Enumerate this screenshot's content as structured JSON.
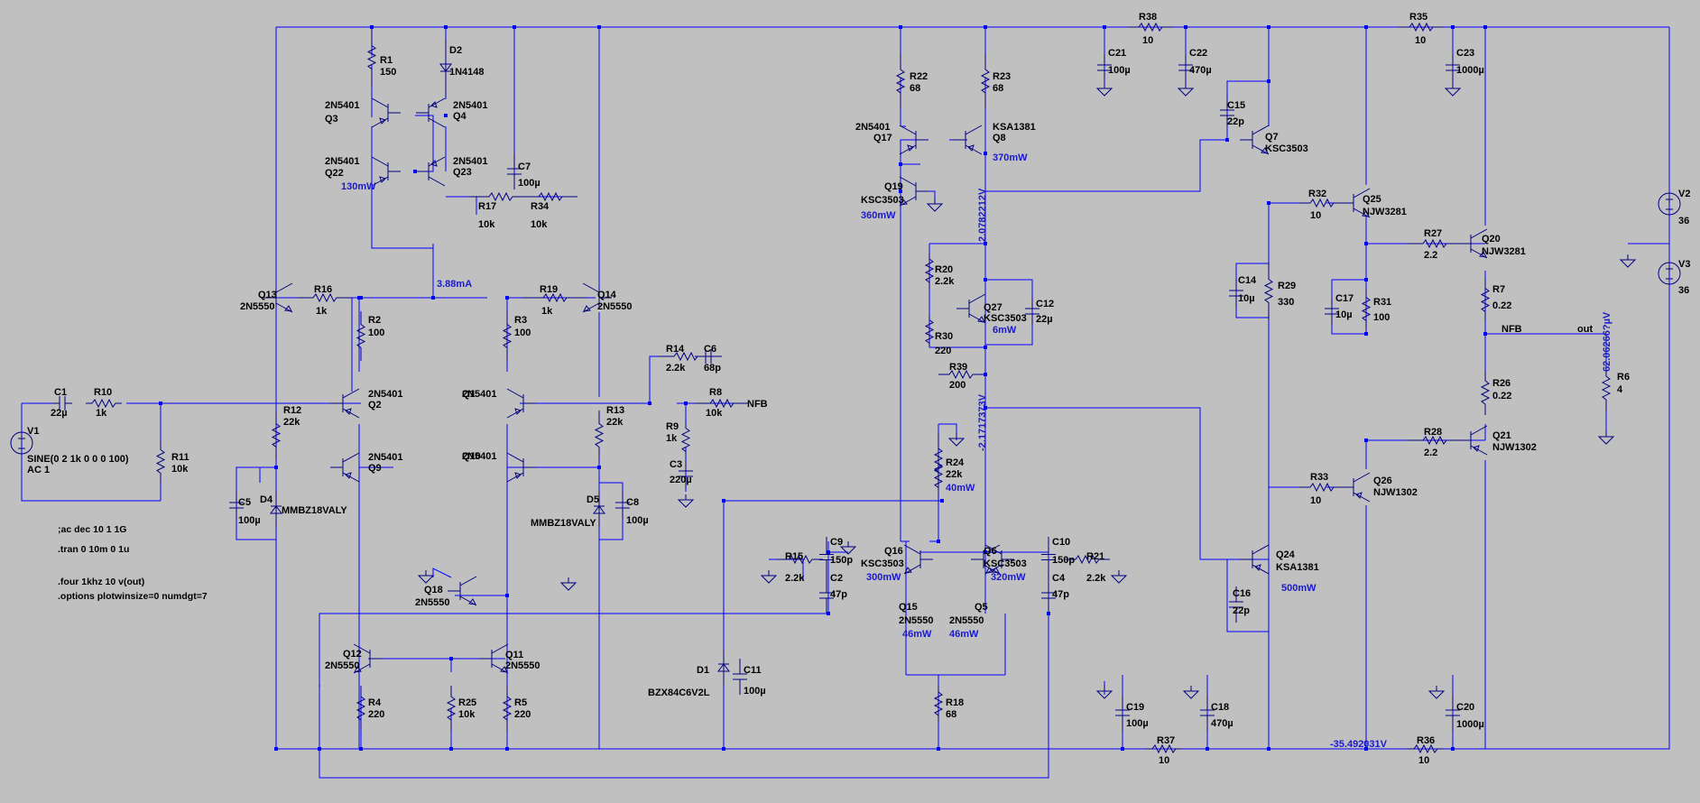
{
  "components": {
    "R1": [
      "R1",
      "150"
    ],
    "D2": [
      "D2",
      "1N4148"
    ],
    "Q3": [
      "Q3",
      "2N5401"
    ],
    "Q4": [
      "Q4",
      "2N5401"
    ],
    "Q22": [
      "Q22",
      "2N5401"
    ],
    "Q23": [
      "Q23",
      "2N5401"
    ],
    "C7": [
      "C7",
      "100µ"
    ],
    "R17": [
      "R17",
      "10k"
    ],
    "R34": [
      "R34",
      "10k"
    ],
    "Q13": [
      "Q13",
      "2N5550"
    ],
    "R16": [
      "R16",
      "1k"
    ],
    "R19": [
      "R19",
      "1k"
    ],
    "Q14": [
      "Q14",
      "2N5550"
    ],
    "R2": [
      "R2",
      "100"
    ],
    "R3": [
      "R3",
      "100"
    ],
    "Q2": [
      "Q2",
      "2N5401"
    ],
    "Q1": [
      "Q1",
      "2N5401"
    ],
    "Q9": [
      "Q9",
      "2N5401"
    ],
    "Q10": [
      "Q10",
      "2N5401"
    ],
    "R12": [
      "R12",
      "22k"
    ],
    "R13": [
      "R13",
      "22k"
    ],
    "C5": [
      "C5",
      "100µ"
    ],
    "D4": [
      "D4",
      "MMBZ18VALY"
    ],
    "D5": [
      "D5",
      "MMBZ18VALY"
    ],
    "C8": [
      "C8",
      "100µ"
    ],
    "C1": [
      "C1",
      "22µ"
    ],
    "R10": [
      "R10",
      "1k"
    ],
    "R11": [
      "R11",
      "10k"
    ],
    "Q18": [
      "Q18",
      "2N5550"
    ],
    "Q12": [
      "Q12",
      "2N5550"
    ],
    "Q11": [
      "Q11",
      "2N5550"
    ],
    "R4": [
      "R4",
      "220"
    ],
    "R25": [
      "R25",
      "10k"
    ],
    "R5": [
      "R5",
      "220"
    ],
    "R14": [
      "R14",
      "2.2k"
    ],
    "C6": [
      "C6",
      "68p"
    ],
    "R8": [
      "R8",
      "10k"
    ],
    "R9": [
      "R9",
      "1k"
    ],
    "C3": [
      "C3",
      "220µ"
    ],
    "R22": [
      "R22",
      "68"
    ],
    "R23": [
      "R23",
      "68"
    ],
    "Q17": [
      "Q17",
      "2N5401"
    ],
    "Q8": [
      "Q8",
      "KSA1381"
    ],
    "Q19": [
      "Q19",
      "KSC3503"
    ],
    "R20": [
      "R20",
      "2.2k"
    ],
    "R30": [
      "R30",
      "220"
    ],
    "Q27": [
      "Q27",
      "KSC3503"
    ],
    "C12": [
      "C12",
      "22µ"
    ],
    "R39": [
      "R39",
      "200"
    ],
    "R24": [
      "R24",
      "22k"
    ],
    "R15": [
      "R15",
      "2.2k"
    ],
    "C9": [
      "C9",
      "150p"
    ],
    "C2": [
      "C2",
      "47p"
    ],
    "Q16": [
      "Q16",
      "KSC3503"
    ],
    "Q6": [
      "Q6",
      "KSC3503"
    ],
    "C10": [
      "C10",
      "150p"
    ],
    "C4": [
      "C4",
      "47p"
    ],
    "R21": [
      "R21",
      "2.2k"
    ],
    "Q15": [
      "Q15",
      "2N5550"
    ],
    "Q5": [
      "Q5",
      "2N5550"
    ],
    "R18": [
      "R18",
      "68"
    ],
    "D1": [
      "D1",
      "BZX84C6V2L"
    ],
    "C11": [
      "C11",
      "100µ"
    ],
    "C21": [
      "C21",
      "100µ"
    ],
    "C22": [
      "C22",
      "470µ"
    ],
    "R38": [
      "R38",
      "10"
    ],
    "C15": [
      "C15",
      "22p"
    ],
    "Q7": [
      "Q7",
      "KSC3503"
    ],
    "R32": [
      "R32",
      "10"
    ],
    "Q25": [
      "Q25",
      "NJW3281"
    ],
    "C14": [
      "C14",
      "10µ"
    ],
    "R29": [
      "R29",
      "330"
    ],
    "C17": [
      "C17",
      "10µ"
    ],
    "R31": [
      "R31",
      "100"
    ],
    "R27": [
      "R27",
      "2.2"
    ],
    "Q20": [
      "Q20",
      "NJW3281"
    ],
    "R35": [
      "R35",
      "10"
    ],
    "C23": [
      "C23",
      "1000µ"
    ],
    "R7": [
      "R7",
      "0.22"
    ],
    "R26": [
      "R26",
      "0.22"
    ],
    "R28": [
      "R28",
      "2.2"
    ],
    "Q21": [
      "Q21",
      "NJW1302"
    ],
    "R33": [
      "R33",
      "10"
    ],
    "Q26": [
      "Q26",
      "NJW1302"
    ],
    "Q24": [
      "Q24",
      "KSA1381"
    ],
    "C16": [
      "C16",
      "22p"
    ],
    "C19": [
      "C19",
      "100µ"
    ],
    "C18": [
      "C18",
      "470µ"
    ],
    "R37": [
      "R37",
      "10"
    ],
    "C20": [
      "C20",
      "1000µ"
    ],
    "R36": [
      "R36",
      "10"
    ],
    "R6": [
      "R6",
      "4"
    ],
    "V2": [
      "V2",
      "36"
    ],
    "V3": [
      "V3",
      "36"
    ],
    "V1": [
      "V1",
      "SINE(0 2 1k 0 0 0 100)",
      "AC 1"
    ]
  },
  "annotations": {
    "q22_power": "130mW",
    "tail_current": "3.88mA",
    "q8_power": "370mW",
    "q19_power": "360mW",
    "node_v_upper": "2.0782212V",
    "q27_power": "6mW",
    "node_v_lower": "-2.1717373V",
    "r24_power": "40mW",
    "q16_power": "300mW",
    "q6_power": "320mW",
    "q15_power": "46mW",
    "q5_power": "46mW",
    "q24_power": "500mW",
    "neg_rail_v": "-35.492031V",
    "out_v": "62.06266?µV"
  },
  "nets": {
    "nfb_left": "NFB",
    "nfb_right": "NFB",
    "out": "out"
  },
  "directives": [
    ";ac dec 10 1 1G",
    ".tran 0 10m 0 1u",
    ".four 1khz 10 v(out)",
    ".options plotwinsize=0 numdgt=7"
  ],
  "colors": {
    "background": "#c0c0c0",
    "wire": "#0000ff",
    "symbol": "#000080",
    "annotation": "#1a1acc"
  }
}
